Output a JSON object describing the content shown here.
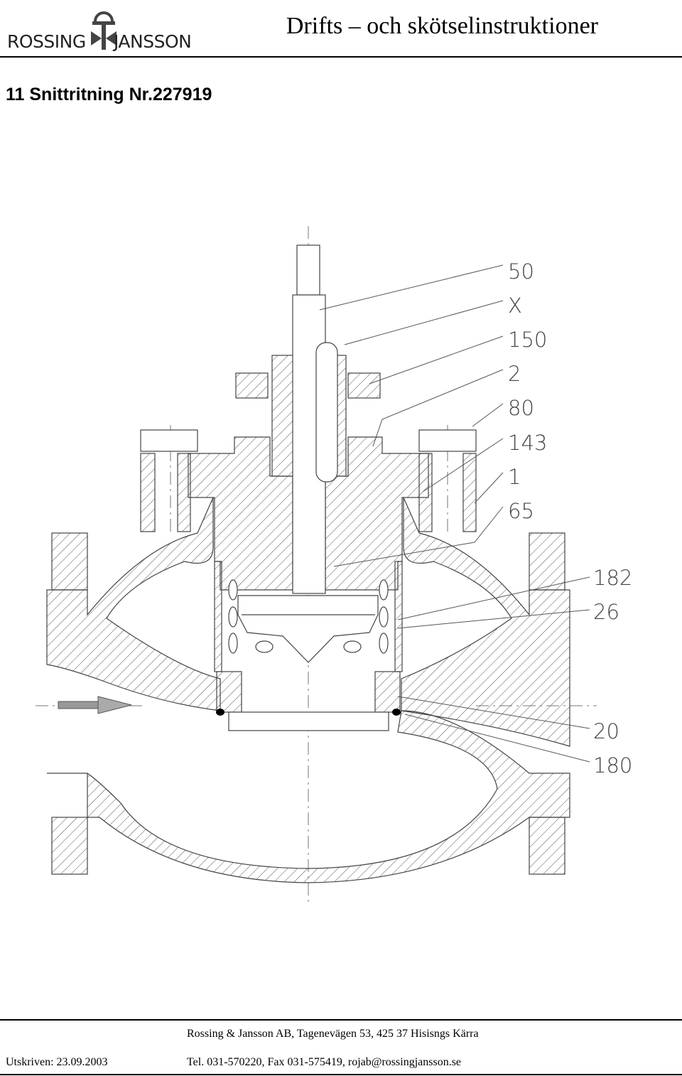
{
  "header": {
    "logo_left": "ROSSING",
    "logo_right": "JANSSON",
    "title": "Drifts – och skötselinstruktioner"
  },
  "section": {
    "heading": "11  Snittritning Nr.227919"
  },
  "drawing": {
    "callouts": [
      "50",
      "X",
      "150",
      "2",
      "80",
      "143",
      "1",
      "65",
      "182",
      "26",
      "20",
      "180"
    ]
  },
  "footer": {
    "address": "Rossing & Jansson AB, Tagenevägen 53, 425 37 Hisisngs Kärra",
    "printed": "Utskriven: 23.09.2003",
    "contact": "Tel. 031-570220, Fax 031-575419, rojab@rossingjansson.se"
  }
}
